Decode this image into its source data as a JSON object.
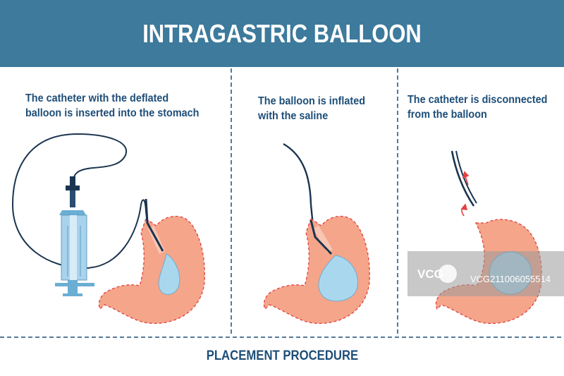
{
  "title": "INTRAGASTRIC BALLOON",
  "steps": [
    {
      "lines": [
        "The catheter with the deflated",
        "balloon is inserted into the stomach"
      ]
    },
    {
      "lines": [
        "The balloon is inflated",
        "with the saline"
      ]
    },
    {
      "lines": [
        "The catheter is disconnected",
        "from the balloon"
      ]
    }
  ],
  "footer": "PLACEMENT PROCEDURE",
  "watermark": {
    "logo": "VCG",
    "id": "VCG211006055514"
  },
  "colors": {
    "header": "#3d7a9c",
    "text": "#1e4e78",
    "divider": "#1e4e78",
    "stomach": "#f4a58a",
    "stomach_outline": "#e0413e",
    "balloon": "#a9d8ee",
    "catheter": "#1b3550",
    "syringe": "#8fc7e4"
  }
}
